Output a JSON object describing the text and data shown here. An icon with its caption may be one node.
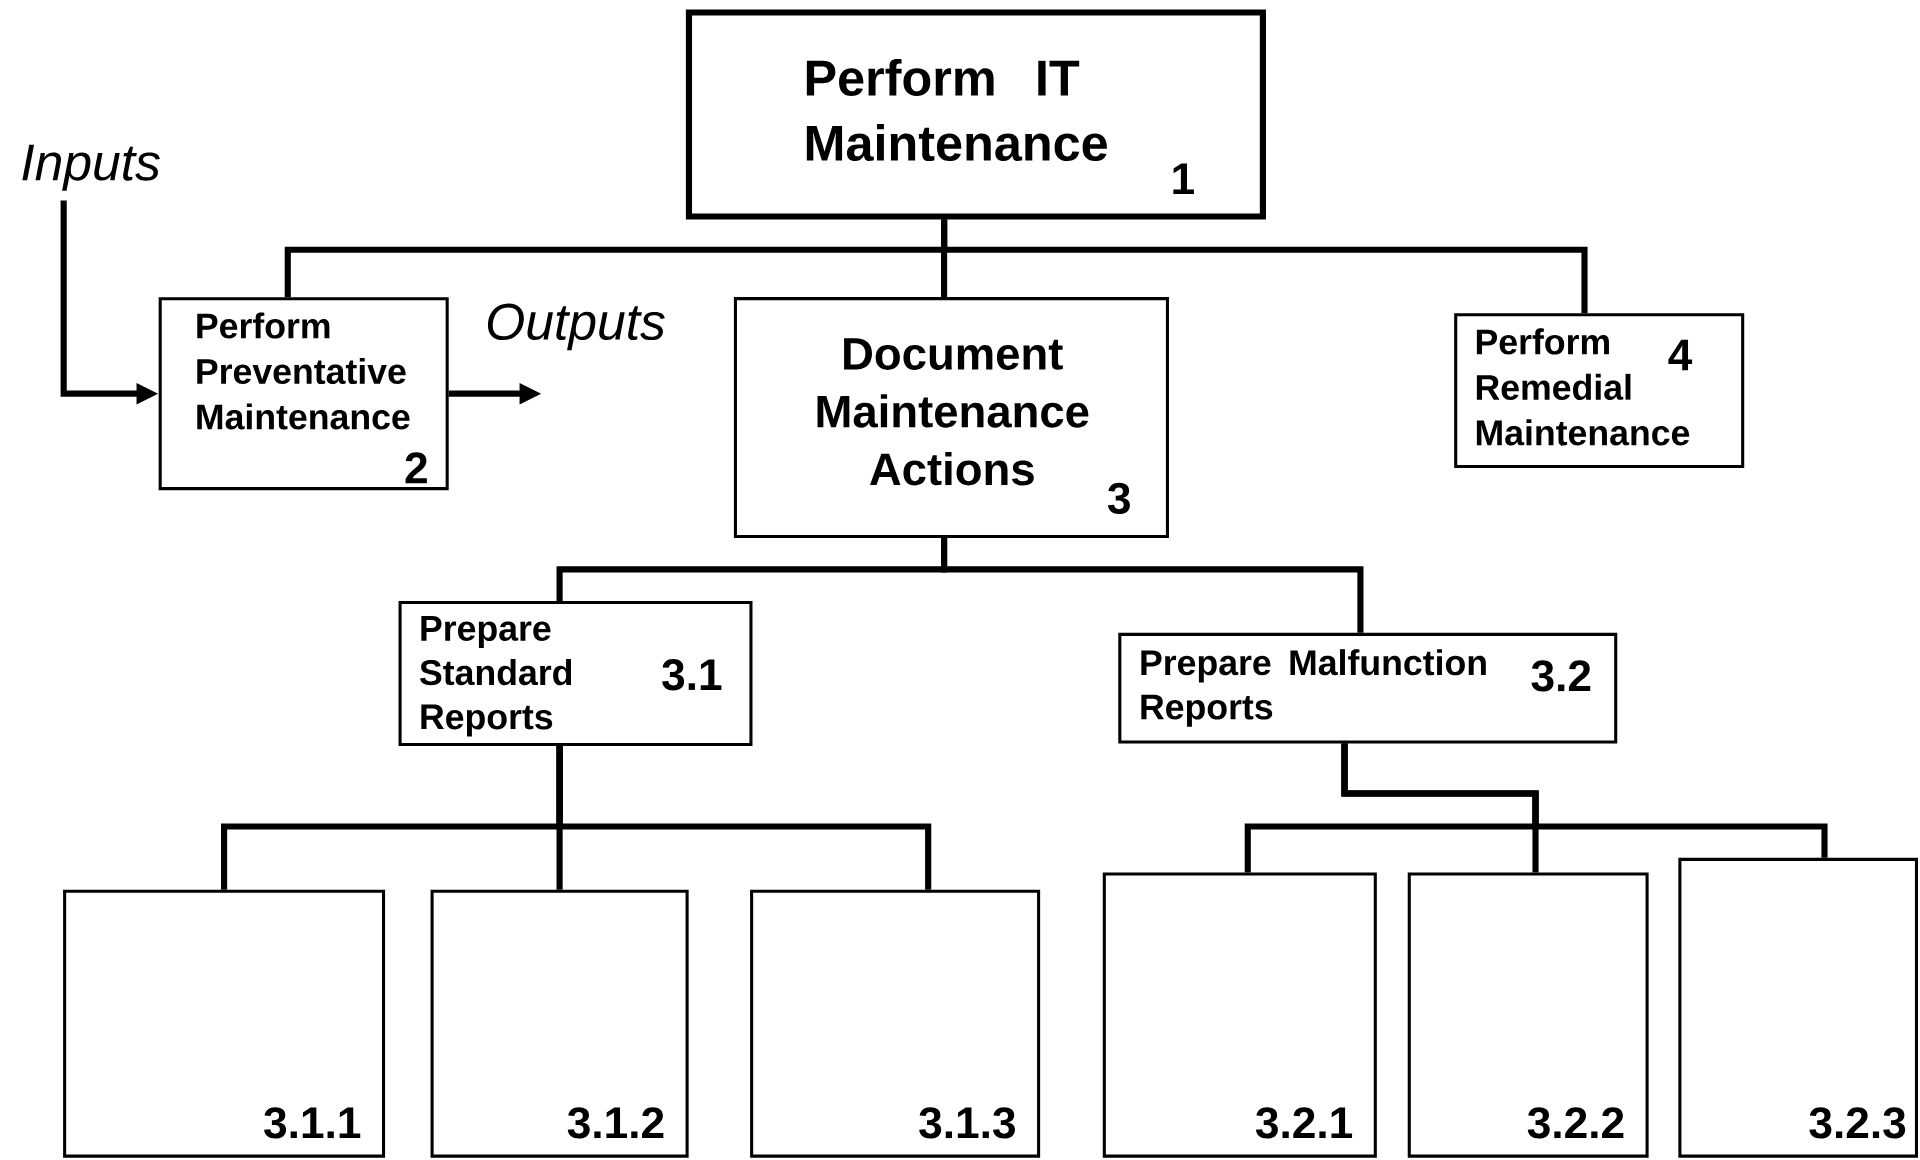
{
  "diagram": {
    "nodes": [
      {
        "text": [
          "Perform IT Maintenance",
          "1"
        ]
      },
      {
        "text": [
          "Inputs"
        ]
      },
      {
        "text": [
          "Perform Preventative Maintenance",
          "2"
        ]
      },
      {
        "text": [
          "Outputs"
        ]
      },
      {
        "text": [
          "Document Maintenance Actions",
          "3"
        ]
      },
      {
        "text": [
          "Perform Remedial Maintenance",
          "4"
        ]
      },
      {
        "text": [
          "Prepare Standard Reports",
          "3.1"
        ]
      },
      {
        "text": [
          "Prepare Malfunction Reports",
          "3.2"
        ]
      },
      {
        "text": [
          "3.1.1"
        ]
      },
      {
        "text": [
          "3.1.2"
        ]
      },
      {
        "text": [
          "3.1.3"
        ]
      },
      {
        "text": [
          "3.2.1"
        ]
      },
      {
        "text": [
          "3.2.2"
        ]
      },
      {
        "text": [
          "3.2.3"
        ]
      }
    ],
    "edges": [
      {
        "from": 0,
        "to": 2,
        "arrow": "none"
      },
      {
        "from": 0,
        "to": 4,
        "arrow": "none"
      },
      {
        "from": 0,
        "to": 5,
        "arrow": "none"
      },
      {
        "from": 1,
        "to": 2,
        "arrow": "to"
      },
      {
        "from": 2,
        "to": 3,
        "arrow": "to"
      },
      {
        "from": 4,
        "to": 6,
        "arrow": "none"
      },
      {
        "from": 4,
        "to": 7,
        "arrow": "none"
      },
      {
        "from": 6,
        "to": 8,
        "arrow": "none"
      },
      {
        "from": 6,
        "to": 9,
        "arrow": "none"
      },
      {
        "from": 6,
        "to": 10,
        "arrow": "none"
      },
      {
        "from": 7,
        "to": 11,
        "arrow": "none"
      },
      {
        "from": 7,
        "to": 12,
        "arrow": "none"
      },
      {
        "from": 7,
        "to": 13,
        "arrow": "none"
      }
    ]
  }
}
